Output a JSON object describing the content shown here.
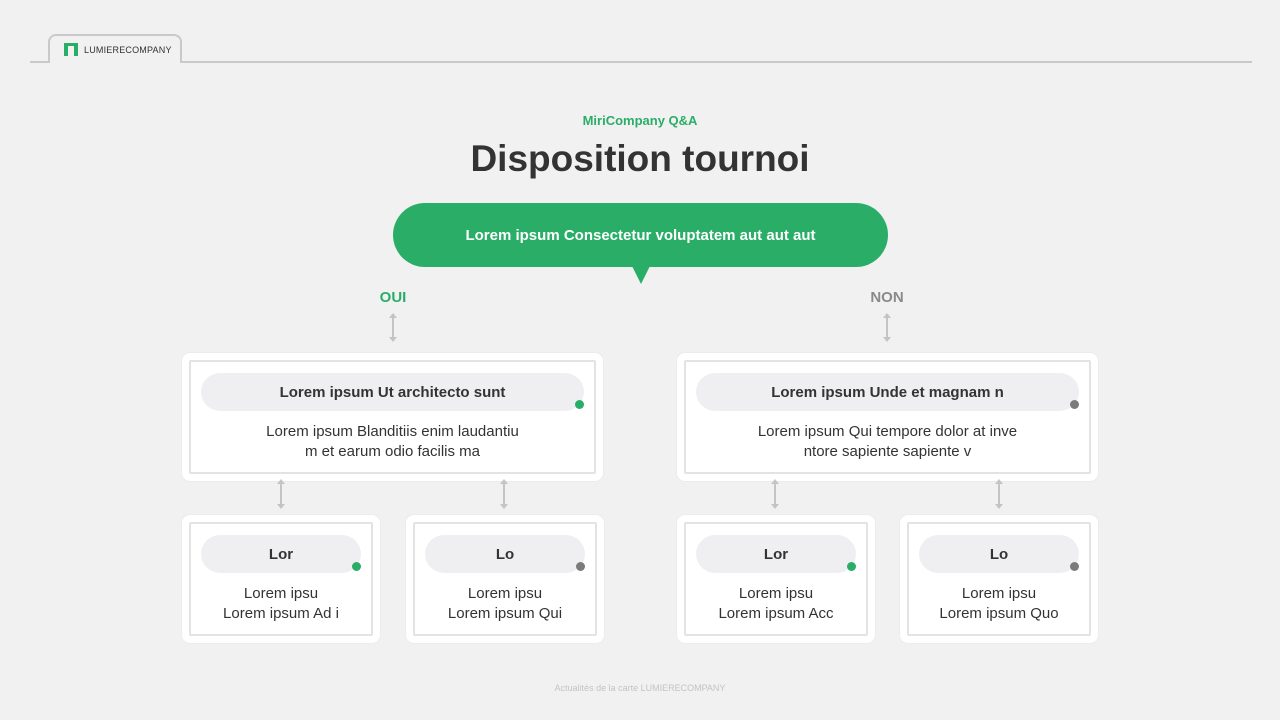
{
  "header": {
    "brand": "LUMIERECOMPANY",
    "logo_icon": "brand-bars-icon",
    "accent_color": "#2aae67"
  },
  "kicker": "MiriCompany Q&A",
  "title": "Disposition tournoi",
  "question": "Lorem ipsum Consectetur voluptatem aut aut aut",
  "branches": {
    "yes_label": "OUI",
    "no_label": "NON"
  },
  "yes_card": {
    "heading": "Lorem ipsum Ut architecto sunt",
    "line1": "Lorem ipsum Blanditiis enim laudantiu",
    "line2": "m et earum odio facilis ma",
    "status_color": "#2aae67"
  },
  "no_card": {
    "heading": "Lorem ipsum Unde et magnam n",
    "line1": "Lorem ipsum Qui tempore dolor at inve",
    "line2": "ntore sapiente sapiente v",
    "status_color": "#7b7b7e"
  },
  "leaf_cards": [
    {
      "heading": "Lor",
      "line1": "Lorem ipsu",
      "line2": "Lorem ipsum Ad i",
      "status_color": "#2aae67"
    },
    {
      "heading": "Lo",
      "line1": "Lorem ipsu",
      "line2": "Lorem ipsum Qui",
      "status_color": "#7b7b7e"
    },
    {
      "heading": "Lor",
      "line1": "Lorem ipsu",
      "line2": "Lorem ipsum Acc",
      "status_color": "#2aae67"
    },
    {
      "heading": "Lo",
      "line1": "Lorem ipsu",
      "line2": "Lorem ipsum Quo",
      "status_color": "#7b7b7e"
    }
  ],
  "footer": "Actualités de la carte LUMIERECOMPANY"
}
